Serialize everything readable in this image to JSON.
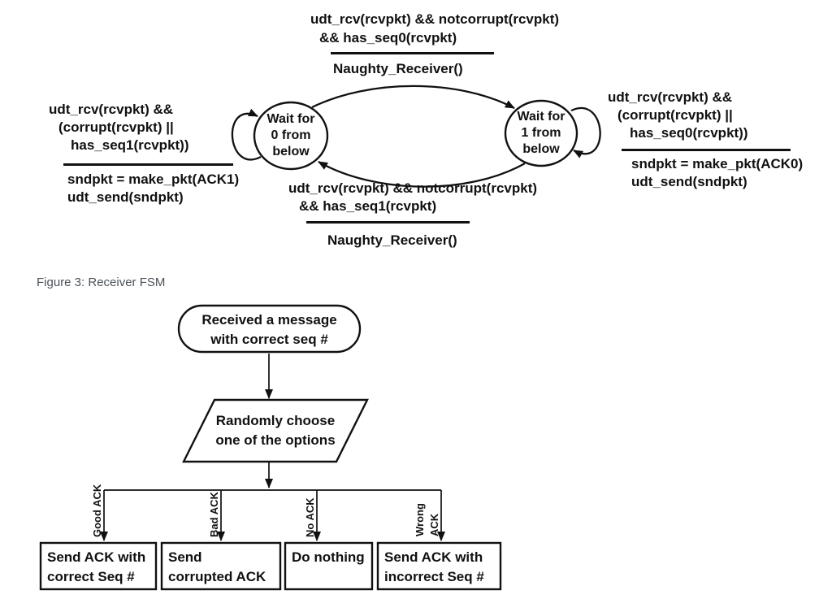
{
  "figure": {
    "caption": "Figure 3: Receiver FSM"
  },
  "fsm": {
    "states": [
      {
        "lines": [
          "Wait for",
          "0 from",
          "below"
        ]
      },
      {
        "lines": [
          "Wait for",
          "1 from",
          "below"
        ]
      }
    ],
    "transitions": {
      "top": {
        "condition": [
          "udt_rcv(rcvpkt) && notcorrupt(rcvpkt)",
          "&& has_seq0(rcvpkt)"
        ],
        "action": [
          "Naughty_Receiver()"
        ]
      },
      "bottom": {
        "condition": [
          "udt_rcv(rcvpkt) && notcorrupt(rcvpkt)",
          "&& has_seq1(rcvpkt)"
        ],
        "action": [
          "Naughty_Receiver()"
        ]
      },
      "left_self": {
        "condition": [
          "udt_rcv(rcvpkt) &&",
          "(corrupt(rcvpkt) ||",
          "has_seq1(rcvpkt))"
        ],
        "action": [
          "sndpkt = make_pkt(ACK1)",
          "udt_send(sndpkt)"
        ]
      },
      "right_self": {
        "condition": [
          "udt_rcv(rcvpkt) &&",
          "(corrupt(rcvpkt) ||",
          "has_seq0(rcvpkt))"
        ],
        "action": [
          "sndpkt = make_pkt(ACK0)",
          "udt_send(sndpkt)"
        ]
      }
    }
  },
  "flowchart": {
    "start": {
      "lines": [
        "Received a message",
        "with correct seq #"
      ]
    },
    "decision": {
      "lines": [
        "Randomly choose",
        "one of the options"
      ]
    },
    "branches": [
      {
        "label_lines": [
          "Good ACK"
        ],
        "box_lines": [
          "Send ACK with",
          "correct Seq #"
        ]
      },
      {
        "label_lines": [
          "Bad ACK"
        ],
        "box_lines": [
          "Send",
          "corrupted ACK"
        ]
      },
      {
        "label_lines": [
          "No ACK"
        ],
        "box_lines": [
          "Do nothing",
          ""
        ]
      },
      {
        "label_lines": [
          "Wrong",
          "ACK"
        ],
        "box_lines": [
          "Send ACK with",
          "incorrect Seq #"
        ]
      }
    ]
  },
  "colors": {
    "ink": "#111111",
    "caption_text": "#4a525a",
    "background": "#ffffff"
  }
}
